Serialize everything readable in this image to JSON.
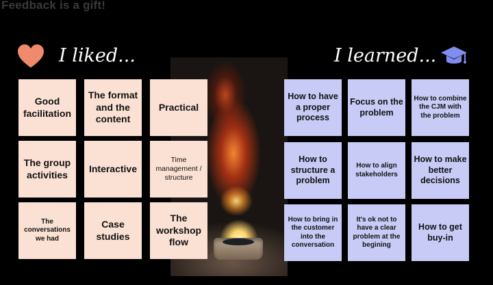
{
  "slide": {
    "title": "Feedback is a gift!"
  },
  "liked": {
    "heading": "I liked...",
    "icon": "heart-icon",
    "color": "#fbe1d4",
    "cards": [
      "Good facilitation",
      "The format and the content",
      "Practical",
      "The group activities",
      "Interactive",
      "Time management / structure",
      "The conversations we had",
      "Case studies",
      "The workshop flow"
    ]
  },
  "learned": {
    "heading": "I learned...",
    "icon": "graduation-cap-icon",
    "color": "#c7cbf6",
    "cards": [
      "How to have a proper process",
      "Focus on the problem",
      "How to combine the CJM with the problem",
      "How to structure a problem",
      "How to align stakeholders",
      "How to make better decisions",
      "How to bring in the customer into the conversation",
      "It's ok not to have a clear problem at the begining",
      "How to get buy-in"
    ]
  },
  "colors": {
    "heart": "#f08a6c",
    "cap": "#7f8cf0"
  }
}
